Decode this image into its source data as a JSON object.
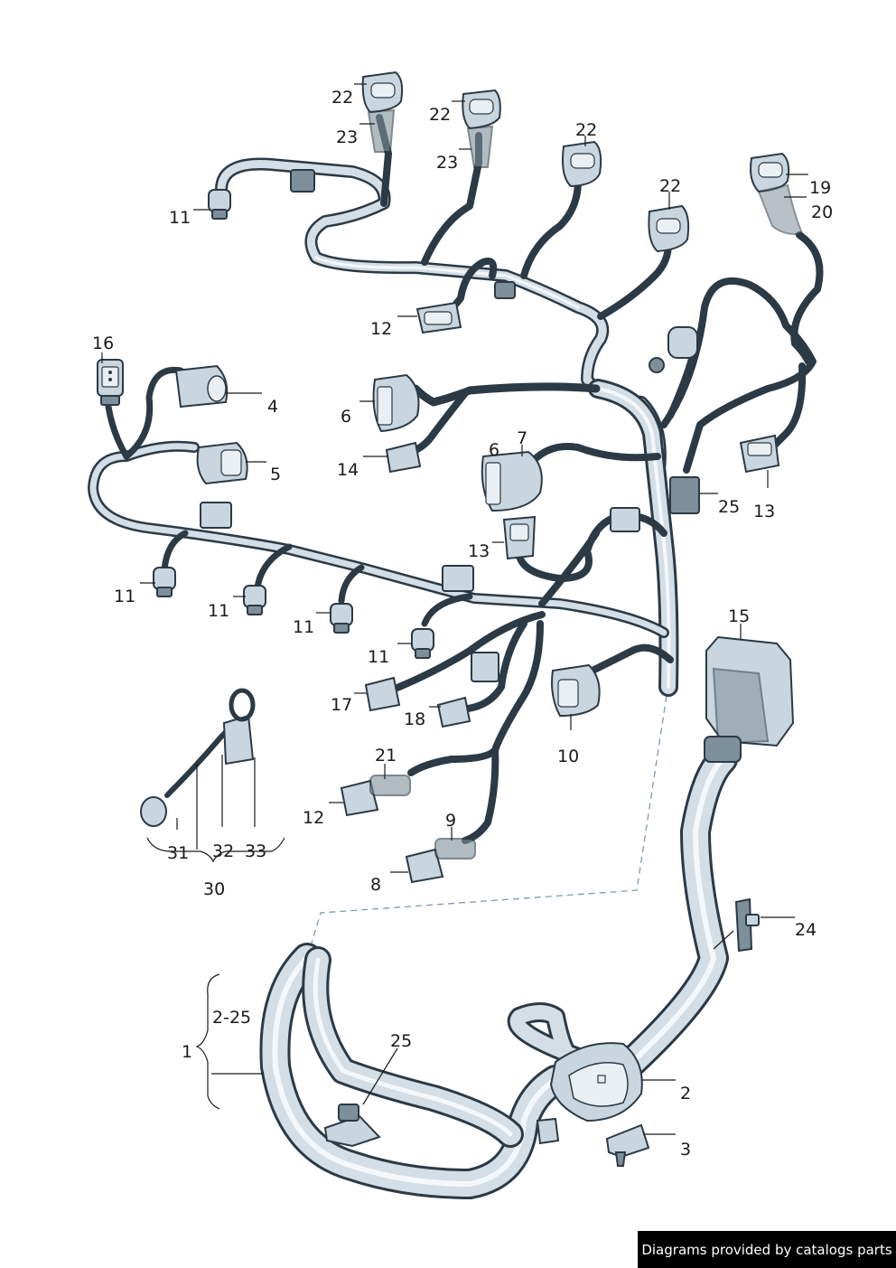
{
  "colors": {
    "harness_outline": "#2b3a45",
    "harness_fill": "#d3dee6",
    "harness_highlight": "#f4f8fb",
    "connector_fill": "#c9d6df",
    "connector_dark": "#7d8f9b",
    "dashed_link": "#7f9aae",
    "credit_bg": "#000000",
    "credit_text": "#ffffff"
  },
  "callouts": {
    "c22a": "22",
    "c23a": "23",
    "c22b": "22",
    "c23b": "23",
    "c22c": "22",
    "c22d": "22",
    "c19": "19",
    "c20": "20",
    "c11a": "11",
    "c12a": "12",
    "c16": "16",
    "c4": "4",
    "c6a": "6",
    "c14": "14",
    "c5": "5",
    "c7": "7",
    "c6b": "6",
    "c13a": "13",
    "c25a": "25",
    "c13b": "13",
    "c11b": "11",
    "c11c": "11",
    "c11d": "11",
    "c11e": "11",
    "c15": "15",
    "c17": "17",
    "c18": "18",
    "c10": "10",
    "c21": "21",
    "c12b": "12",
    "c9": "9",
    "c8": "8",
    "c31": "31",
    "c32": "32",
    "c33": "33",
    "c30": "30",
    "c24": "24",
    "c225": "2-25",
    "c1": "1",
    "c25b": "25",
    "c2": "2",
    "c3": "3"
  },
  "credit": "Diagrams provided by catalogs parts"
}
